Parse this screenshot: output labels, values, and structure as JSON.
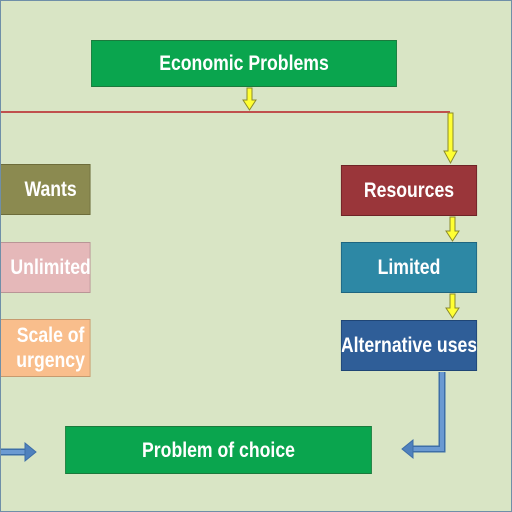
{
  "diagram": {
    "top_box": "Economic Problems",
    "left_column": {
      "wants": "Wants",
      "unlimited": "Unlimited",
      "scale_line1": "Scale of",
      "scale_line2": "urgency"
    },
    "right_column": {
      "resources": "Resources",
      "limited": "Limited",
      "alternative_uses": "Alternative uses"
    },
    "bottom_box": "Problem of choice"
  },
  "colors": {
    "background": "#d9e5c5",
    "green_box": "#0aa54e",
    "wants_box": "#8b8a50",
    "unlimited_box": "#e5b8b9",
    "scale_box": "#f9be8c",
    "resources_box": "#9a363a",
    "limited_box": "#2d88a5",
    "alternative_box": "#2f5e98",
    "red_line": "#c0504d",
    "yellow_arrow": "#ffff33",
    "blue_arrow": "#4f81bd"
  }
}
